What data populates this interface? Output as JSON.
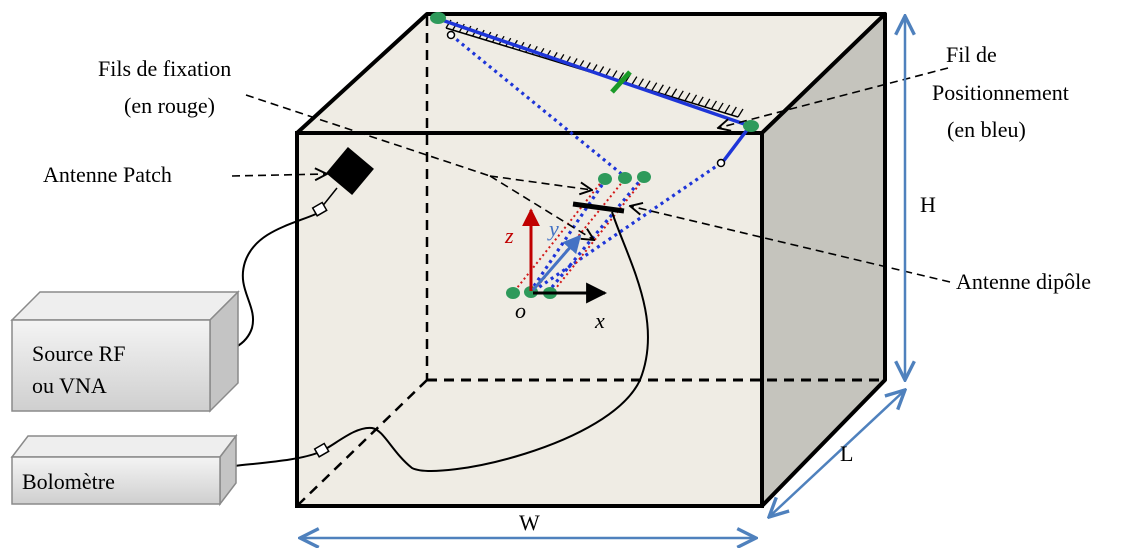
{
  "labels": {
    "fils_fixation_line1": "Fils de fixation",
    "fils_fixation_line2": "(en rouge)",
    "fil_positionnement_line1": "Fil de",
    "fil_positionnement_line2": "Positionnement",
    "fil_positionnement_line3": "(en bleu)",
    "antenne_patch": "Antenne Patch",
    "antenne_dipole": "Antenne dipôle",
    "source_line1": "Source RF",
    "source_line2": "ou VNA",
    "bolometre": "Bolomètre",
    "dim_h": "H",
    "dim_l": "L",
    "dim_w": "W",
    "axis_z": "z",
    "axis_y": "y",
    "axis_x": "x",
    "origin": "o"
  },
  "colors": {
    "front_face": "#efece4",
    "top_face": "#efece4",
    "side_face": "#c5c4bd",
    "blue_wire": "#1e35d8",
    "red_wire": "#d21a1a",
    "green_node": "#2e9a5b",
    "dim_arrow": "#4f81bd",
    "axis_z": "#c00000",
    "axis_y": "#4472c4"
  }
}
